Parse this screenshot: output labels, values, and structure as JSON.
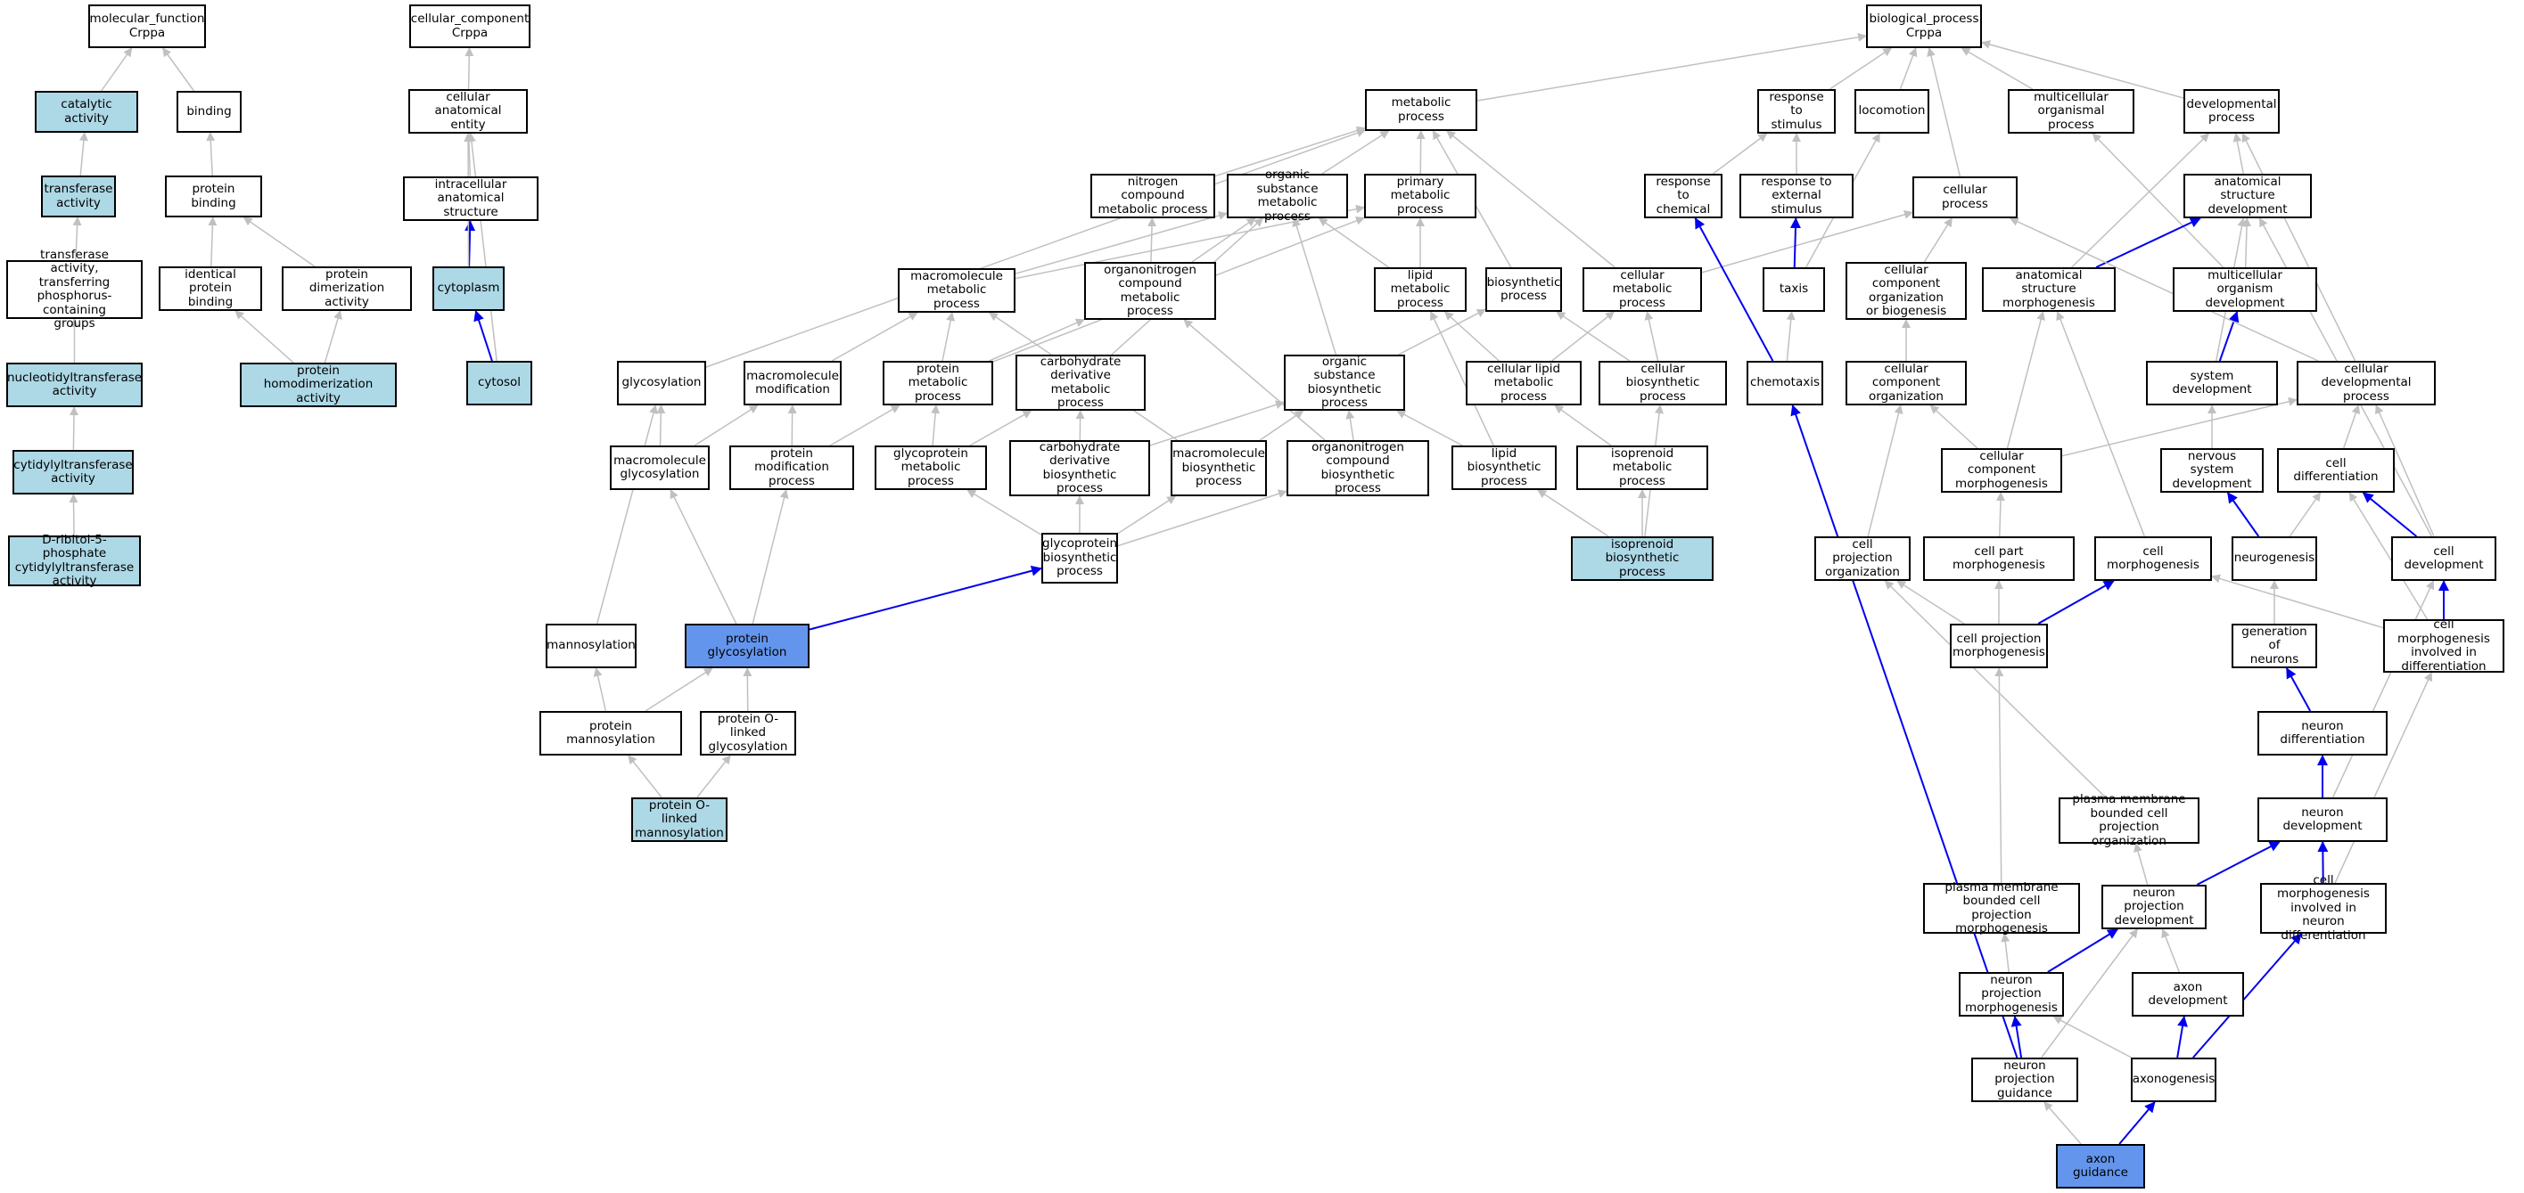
{
  "colors": {
    "light": "#add8e6",
    "query": "#6495ed",
    "edge": "#c0c0c0",
    "highlight": "#0000ee"
  },
  "nodes": {
    "mf_root": {
      "label": "molecular_function\nCrppa",
      "style": "plain"
    },
    "catalytic": {
      "label": "catalytic activity",
      "style": "light"
    },
    "binding": {
      "label": "binding",
      "style": "plain"
    },
    "transferase": {
      "label": "transferase\nactivity",
      "style": "light"
    },
    "protein_binding": {
      "label": "protein binding",
      "style": "plain"
    },
    "transferase_p": {
      "label": "transferase\nactivity, transferring\nphosphorus-containing\ngroups",
      "style": "plain"
    },
    "identical_pb": {
      "label": "identical protein\nbinding",
      "style": "plain"
    },
    "prot_dimer": {
      "label": "protein dimerization\nactivity",
      "style": "plain"
    },
    "nucleotidyl": {
      "label": "nucleotidyltransferase\nactivity",
      "style": "light"
    },
    "homodimer": {
      "label": "protein homodimerization\nactivity",
      "style": "light"
    },
    "cytidylyl": {
      "label": "cytidylyltransferase\nactivity",
      "style": "light"
    },
    "ribitol": {
      "label": "D-ribitol-5-phosphate\ncytidylyltransferase\nactivity",
      "style": "light"
    },
    "cc_root": {
      "label": "cellular_component\nCrppa",
      "style": "plain"
    },
    "cae": {
      "label": "cellular anatomical\nentity",
      "style": "plain"
    },
    "ias": {
      "label": "intracellular\nanatomical structure",
      "style": "plain"
    },
    "cytoplasm": {
      "label": "cytoplasm",
      "style": "light"
    },
    "cytosol": {
      "label": "cytosol",
      "style": "light"
    },
    "bp_root": {
      "label": "biological_process\nCrppa",
      "style": "plain"
    },
    "metabolic": {
      "label": "metabolic process",
      "style": "plain"
    },
    "resp_stim": {
      "label": "response to\nstimulus",
      "style": "plain"
    },
    "locomotion": {
      "label": "locomotion",
      "style": "plain"
    },
    "multicell_org": {
      "label": "multicellular\norganismal process",
      "style": "plain"
    },
    "developmental": {
      "label": "developmental\nprocess",
      "style": "plain"
    },
    "nitrogen_comp": {
      "label": "nitrogen compound\nmetabolic process",
      "style": "plain"
    },
    "org_sub_met": {
      "label": "organic substance\nmetabolic process",
      "style": "plain"
    },
    "primary_met": {
      "label": "primary metabolic\nprocess",
      "style": "plain"
    },
    "resp_chem": {
      "label": "response to\nchemical",
      "style": "plain"
    },
    "resp_ext": {
      "label": "response to\nexternal stimulus",
      "style": "plain"
    },
    "cellular_proc": {
      "label": "cellular process",
      "style": "plain"
    },
    "anat_struct_dev": {
      "label": "anatomical structure\ndevelopment",
      "style": "plain"
    },
    "macromol_met": {
      "label": "macromolecule\nmetabolic process",
      "style": "plain"
    },
    "organonitrogen_met": {
      "label": "organonitrogen\ncompound metabolic\nprocess",
      "style": "plain"
    },
    "lipid_met": {
      "label": "lipid metabolic\nprocess",
      "style": "plain"
    },
    "biosynthetic": {
      "label": "biosynthetic\nprocess",
      "style": "plain"
    },
    "cell_met": {
      "label": "cellular metabolic\nprocess",
      "style": "plain"
    },
    "taxis": {
      "label": "taxis",
      "style": "plain"
    },
    "cc_org_biogen": {
      "label": "cellular component\norganization\nor biogenesis",
      "style": "plain"
    },
    "anat_morph": {
      "label": "anatomical structure\nmorphogenesis",
      "style": "plain"
    },
    "multicell_dev": {
      "label": "multicellular\norganism development",
      "style": "plain"
    },
    "glycosylation": {
      "label": "glycosylation",
      "style": "plain"
    },
    "macromol_mod": {
      "label": "macromolecule\nmodification",
      "style": "plain"
    },
    "protein_met": {
      "label": "protein metabolic\nprocess",
      "style": "plain"
    },
    "carb_deriv_met": {
      "label": "carbohydrate\nderivative metabolic\nprocess",
      "style": "plain"
    },
    "org_sub_bio": {
      "label": "organic substance\nbiosynthetic\nprocess",
      "style": "plain"
    },
    "cell_lipid_met": {
      "label": "cellular lipid\nmetabolic process",
      "style": "plain"
    },
    "cell_bio": {
      "label": "cellular biosynthetic\nprocess",
      "style": "plain"
    },
    "chemotaxis": {
      "label": "chemotaxis",
      "style": "plain"
    },
    "cc_org": {
      "label": "cellular component\norganization",
      "style": "plain"
    },
    "system_dev": {
      "label": "system development",
      "style": "plain"
    },
    "cell_dev_proc": {
      "label": "cellular developmental\nprocess",
      "style": "plain"
    },
    "macromol_glyc": {
      "label": "macromolecule\nglycosylation",
      "style": "plain"
    },
    "prot_mod": {
      "label": "protein modification\nprocess",
      "style": "plain"
    },
    "glycoprot_met": {
      "label": "glycoprotein\nmetabolic process",
      "style": "plain"
    },
    "carb_deriv_bio": {
      "label": "carbohydrate\nderivative biosynthetic\nprocess",
      "style": "plain"
    },
    "macromol_bio": {
      "label": "macromolecule\nbiosynthetic\nprocess",
      "style": "plain"
    },
    "organonitrogen_bio": {
      "label": "organonitrogen\ncompound biosynthetic\nprocess",
      "style": "plain"
    },
    "lipid_bio": {
      "label": "lipid biosynthetic\nprocess",
      "style": "plain"
    },
    "isoprenoid_met": {
      "label": "isoprenoid metabolic\nprocess",
      "style": "plain"
    },
    "cc_morph": {
      "label": "cellular component\nmorphogenesis",
      "style": "plain"
    },
    "nervous_dev": {
      "label": "nervous system\ndevelopment",
      "style": "plain"
    },
    "cell_diff": {
      "label": "cell differentiation",
      "style": "plain"
    },
    "glycoprot_bio": {
      "label": "glycoprotein\nbiosynthetic\nprocess",
      "style": "plain"
    },
    "isoprenoid_bio": {
      "label": "isoprenoid biosynthetic\nprocess",
      "style": "light"
    },
    "cp_org": {
      "label": "cell projection\norganization",
      "style": "plain"
    },
    "cell_part_morph": {
      "label": "cell part morphogenesis",
      "style": "plain"
    },
    "cell_morph": {
      "label": "cell morphogenesis",
      "style": "plain"
    },
    "neurogenesis": {
      "label": "neurogenesis",
      "style": "plain"
    },
    "cell_dev": {
      "label": "cell development",
      "style": "plain"
    },
    "mannosylation": {
      "label": "mannosylation",
      "style": "plain"
    },
    "prot_glyc": {
      "label": "protein glycosylation",
      "style": "query"
    },
    "cp_morph": {
      "label": "cell projection\nmorphogenesis",
      "style": "plain"
    },
    "gen_neurons": {
      "label": "generation of\nneurons",
      "style": "plain"
    },
    "cell_morph_diff": {
      "label": "cell morphogenesis\ninvolved in\ndifferentiation",
      "style": "plain"
    },
    "prot_mannos": {
      "label": "protein mannosylation",
      "style": "plain"
    },
    "o_glyc": {
      "label": "protein O-linked\nglycosylation",
      "style": "plain"
    },
    "neuron_diff": {
      "label": "neuron differentiation",
      "style": "plain"
    },
    "o_mannos": {
      "label": "protein O-linked\nmannosylation",
      "style": "light"
    },
    "pm_cp_org": {
      "label": "plasma membrane\nbounded cell\nprojection organization",
      "style": "plain"
    },
    "neuron_dev": {
      "label": "neuron development",
      "style": "plain"
    },
    "pm_cp_morph": {
      "label": "plasma membrane\nbounded cell\nprojection morphogenesis",
      "style": "plain"
    },
    "np_dev": {
      "label": "neuron projection\ndevelopment",
      "style": "plain"
    },
    "cm_neuron_diff": {
      "label": "cell morphogenesis\ninvolved in\nneuron differentiation",
      "style": "plain"
    },
    "np_morph": {
      "label": "neuron projection\nmorphogenesis",
      "style": "plain"
    },
    "axon_dev": {
      "label": "axon development",
      "style": "plain"
    },
    "np_guidance": {
      "label": "neuron projection\nguidance",
      "style": "plain"
    },
    "axonogenesis": {
      "label": "axonogenesis",
      "style": "plain"
    },
    "axon_guidance": {
      "label": "axon guidance",
      "style": "query"
    }
  },
  "edges": [
    [
      "catalytic",
      "mf_root",
      false
    ],
    [
      "binding",
      "mf_root",
      false
    ],
    [
      "transferase",
      "catalytic",
      false
    ],
    [
      "protein_binding",
      "binding",
      false
    ],
    [
      "transferase_p",
      "transferase",
      false
    ],
    [
      "identical_pb",
      "protein_binding",
      false
    ],
    [
      "prot_dimer",
      "protein_binding",
      false
    ],
    [
      "nucleotidyl",
      "transferase_p",
      false
    ],
    [
      "homodimer",
      "identical_pb",
      false
    ],
    [
      "homodimer",
      "prot_dimer",
      false
    ],
    [
      "cytidylyl",
      "nucleotidyl",
      false
    ],
    [
      "ribitol",
      "cytidylyl",
      false
    ],
    [
      "cae",
      "cc_root",
      false
    ],
    [
      "ias",
      "cae",
      false
    ],
    [
      "cytoplasm",
      "ias",
      true
    ],
    [
      "cytoplasm",
      "cae",
      false
    ],
    [
      "cytosol",
      "cytoplasm",
      true
    ],
    [
      "cytosol",
      "cae",
      false
    ],
    [
      "metabolic",
      "bp_root",
      false
    ],
    [
      "resp_stim",
      "bp_root",
      false
    ],
    [
      "locomotion",
      "bp_root",
      false
    ],
    [
      "multicell_org",
      "bp_root",
      false
    ],
    [
      "developmental",
      "bp_root",
      false
    ],
    [
      "cellular_proc",
      "bp_root",
      false
    ],
    [
      "nitrogen_comp",
      "metabolic",
      false
    ],
    [
      "org_sub_met",
      "metabolic",
      false
    ],
    [
      "primary_met",
      "metabolic",
      false
    ],
    [
      "biosynthetic",
      "metabolic",
      false
    ],
    [
      "cell_met",
      "metabolic",
      false
    ],
    [
      "glycosylation",
      "metabolic",
      false
    ],
    [
      "resp_chem",
      "resp_stim",
      false
    ],
    [
      "resp_ext",
      "resp_stim",
      false
    ],
    [
      "anat_struct_dev",
      "developmental",
      false
    ],
    [
      "anat_morph",
      "developmental",
      false
    ],
    [
      "cell_dev_proc",
      "developmental",
      false
    ],
    [
      "multicell_dev",
      "multicell_org",
      false
    ],
    [
      "multicell_dev",
      "anat_struct_dev",
      false
    ],
    [
      "macromol_met",
      "org_sub_met",
      false
    ],
    [
      "macromol_met",
      "primary_met",
      false
    ],
    [
      "organonitrogen_met",
      "nitrogen_comp",
      false
    ],
    [
      "organonitrogen_met",
      "org_sub_met",
      false
    ],
    [
      "lipid_met",
      "primary_met",
      false
    ],
    [
      "lipid_met",
      "org_sub_met",
      false
    ],
    [
      "cell_met",
      "cellular_proc",
      false
    ],
    [
      "taxis",
      "locomotion",
      false
    ],
    [
      "taxis",
      "resp_ext",
      true
    ],
    [
      "chemotaxis",
      "resp_chem",
      true
    ],
    [
      "chemotaxis",
      "taxis",
      false
    ],
    [
      "cc_org_biogen",
      "cellular_proc",
      false
    ],
    [
      "anat_morph",
      "anat_struct_dev",
      true
    ],
    [
      "system_dev",
      "multicell_dev",
      true
    ],
    [
      "system_dev",
      "anat_struct_dev",
      false
    ],
    [
      "cell_dev_proc",
      "cellular_proc",
      false
    ],
    [
      "macromol_mod",
      "macromol_met",
      false
    ],
    [
      "protein_met",
      "macromol_met",
      false
    ],
    [
      "protein_met",
      "primary_met",
      false
    ],
    [
      "protein_met",
      "organonitrogen_met",
      false
    ],
    [
      "carb_deriv_met",
      "org_sub_met",
      false
    ],
    [
      "org_sub_bio",
      "org_sub_met",
      false
    ],
    [
      "org_sub_bio",
      "biosynthetic",
      false
    ],
    [
      "cell_lipid_met",
      "lipid_met",
      false
    ],
    [
      "cell_lipid_met",
      "cell_met",
      false
    ],
    [
      "cell_bio",
      "biosynthetic",
      false
    ],
    [
      "cell_bio",
      "cell_met",
      false
    ],
    [
      "cc_org",
      "cc_org_biogen",
      false
    ],
    [
      "macromol_glyc",
      "glycosylation",
      false
    ],
    [
      "macromol_glyc",
      "macromol_mod",
      false
    ],
    [
      "prot_mod",
      "macromol_mod",
      false
    ],
    [
      "prot_mod",
      "protein_met",
      false
    ],
    [
      "glycoprot_met",
      "protein_met",
      false
    ],
    [
      "glycoprot_met",
      "carb_deriv_met",
      false
    ],
    [
      "carb_deriv_bio",
      "carb_deriv_met",
      false
    ],
    [
      "carb_deriv_bio",
      "org_sub_bio",
      false
    ],
    [
      "macromol_bio",
      "org_sub_bio",
      false
    ],
    [
      "macromol_bio",
      "macromol_met",
      false
    ],
    [
      "organonitrogen_bio",
      "org_sub_bio",
      false
    ],
    [
      "organonitrogen_bio",
      "organonitrogen_met",
      false
    ],
    [
      "lipid_bio",
      "org_sub_bio",
      false
    ],
    [
      "lipid_bio",
      "lipid_met",
      false
    ],
    [
      "isoprenoid_met",
      "cell_lipid_met",
      false
    ],
    [
      "cc_morph",
      "cc_org",
      false
    ],
    [
      "cc_morph",
      "anat_morph",
      false
    ],
    [
      "cc_morph",
      "cell_dev_proc",
      false
    ],
    [
      "nervous_dev",
      "system_dev",
      false
    ],
    [
      "cell_diff",
      "cell_dev_proc",
      false
    ],
    [
      "glycoprot_bio",
      "glycoprot_met",
      false
    ],
    [
      "glycoprot_bio",
      "carb_deriv_bio",
      false
    ],
    [
      "glycoprot_bio",
      "macromol_bio",
      false
    ],
    [
      "glycoprot_bio",
      "organonitrogen_bio",
      false
    ],
    [
      "isoprenoid_bio",
      "isoprenoid_met",
      false
    ],
    [
      "isoprenoid_bio",
      "lipid_bio",
      false
    ],
    [
      "isoprenoid_bio",
      "cell_bio",
      false
    ],
    [
      "cp_org",
      "cc_org",
      false
    ],
    [
      "cell_part_morph",
      "cc_morph",
      false
    ],
    [
      "cell_morph",
      "anat_morph",
      false
    ],
    [
      "neurogenesis",
      "nervous_dev",
      true
    ],
    [
      "neurogenesis",
      "cell_diff",
      false
    ],
    [
      "cell_dev",
      "cell_diff",
      true
    ],
    [
      "cell_dev",
      "anat_struct_dev",
      false
    ],
    [
      "cell_dev",
      "cell_dev_proc",
      false
    ],
    [
      "mannosylation",
      "glycosylation",
      false
    ],
    [
      "prot_glyc",
      "macromol_glyc",
      false
    ],
    [
      "prot_glyc",
      "prot_mod",
      false
    ],
    [
      "prot_glyc",
      "glycoprot_bio",
      true
    ],
    [
      "cp_morph",
      "cp_org",
      false
    ],
    [
      "cp_morph",
      "cell_part_morph",
      false
    ],
    [
      "cp_morph",
      "cell_morph",
      true
    ],
    [
      "gen_neurons",
      "neurogenesis",
      false
    ],
    [
      "cell_morph_diff",
      "cell_morph",
      false
    ],
    [
      "cell_morph_diff",
      "cell_dev",
      true
    ],
    [
      "cell_morph_diff",
      "cell_diff",
      false
    ],
    [
      "prot_mannos",
      "mannosylation",
      false
    ],
    [
      "prot_mannos",
      "prot_glyc",
      false
    ],
    [
      "o_glyc",
      "prot_glyc",
      false
    ],
    [
      "neuron_diff",
      "gen_neurons",
      true
    ],
    [
      "o_mannos",
      "prot_mannos",
      false
    ],
    [
      "o_mannos",
      "o_glyc",
      false
    ],
    [
      "pm_cp_org",
      "cp_org",
      false
    ],
    [
      "neuron_dev",
      "neuron_diff",
      true
    ],
    [
      "neuron_dev",
      "cell_dev",
      false
    ],
    [
      "pm_cp_morph",
      "cp_morph",
      false
    ],
    [
      "np_dev",
      "pm_cp_org",
      false
    ],
    [
      "np_dev",
      "neuron_dev",
      true
    ],
    [
      "cm_neuron_diff",
      "neuron_dev",
      true
    ],
    [
      "cm_neuron_diff",
      "cell_morph_diff",
      false
    ],
    [
      "np_morph",
      "np_dev",
      true
    ],
    [
      "np_morph",
      "pm_cp_morph",
      false
    ],
    [
      "axon_dev",
      "np_dev",
      false
    ],
    [
      "np_guidance",
      "np_morph",
      true
    ],
    [
      "np_guidance",
      "chemotaxis",
      true
    ],
    [
      "np_guidance",
      "np_dev",
      false
    ],
    [
      "axonogenesis",
      "axon_dev",
      true
    ],
    [
      "axonogenesis",
      "cm_neuron_diff",
      true
    ],
    [
      "axonogenesis",
      "np_morph",
      false
    ],
    [
      "axon_guidance",
      "np_guidance",
      false
    ],
    [
      "axon_guidance",
      "axonogenesis",
      true
    ]
  ]
}
